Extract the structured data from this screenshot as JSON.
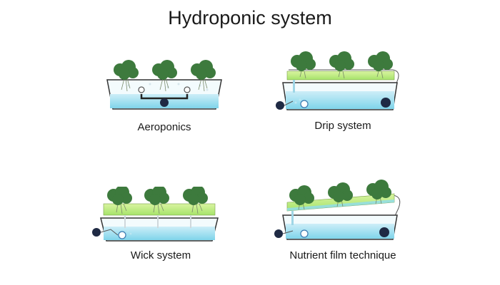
{
  "title": "Hydroponic system",
  "systems": [
    {
      "label": "Aeroponics"
    },
    {
      "label": "Drip system"
    },
    {
      "label": "Wick system"
    },
    {
      "label": "Nutrient film technique"
    }
  ],
  "colors": {
    "water": "#7fd4ea",
    "water_light": "#cdeef8",
    "grow_bed": "#a6e36a",
    "grow_bed_light": "#d9f4a0",
    "foliage": "#3d7a3d",
    "foliage_light": "#5a9a4a",
    "pump": "#1f2a44",
    "outline": "#333333"
  }
}
